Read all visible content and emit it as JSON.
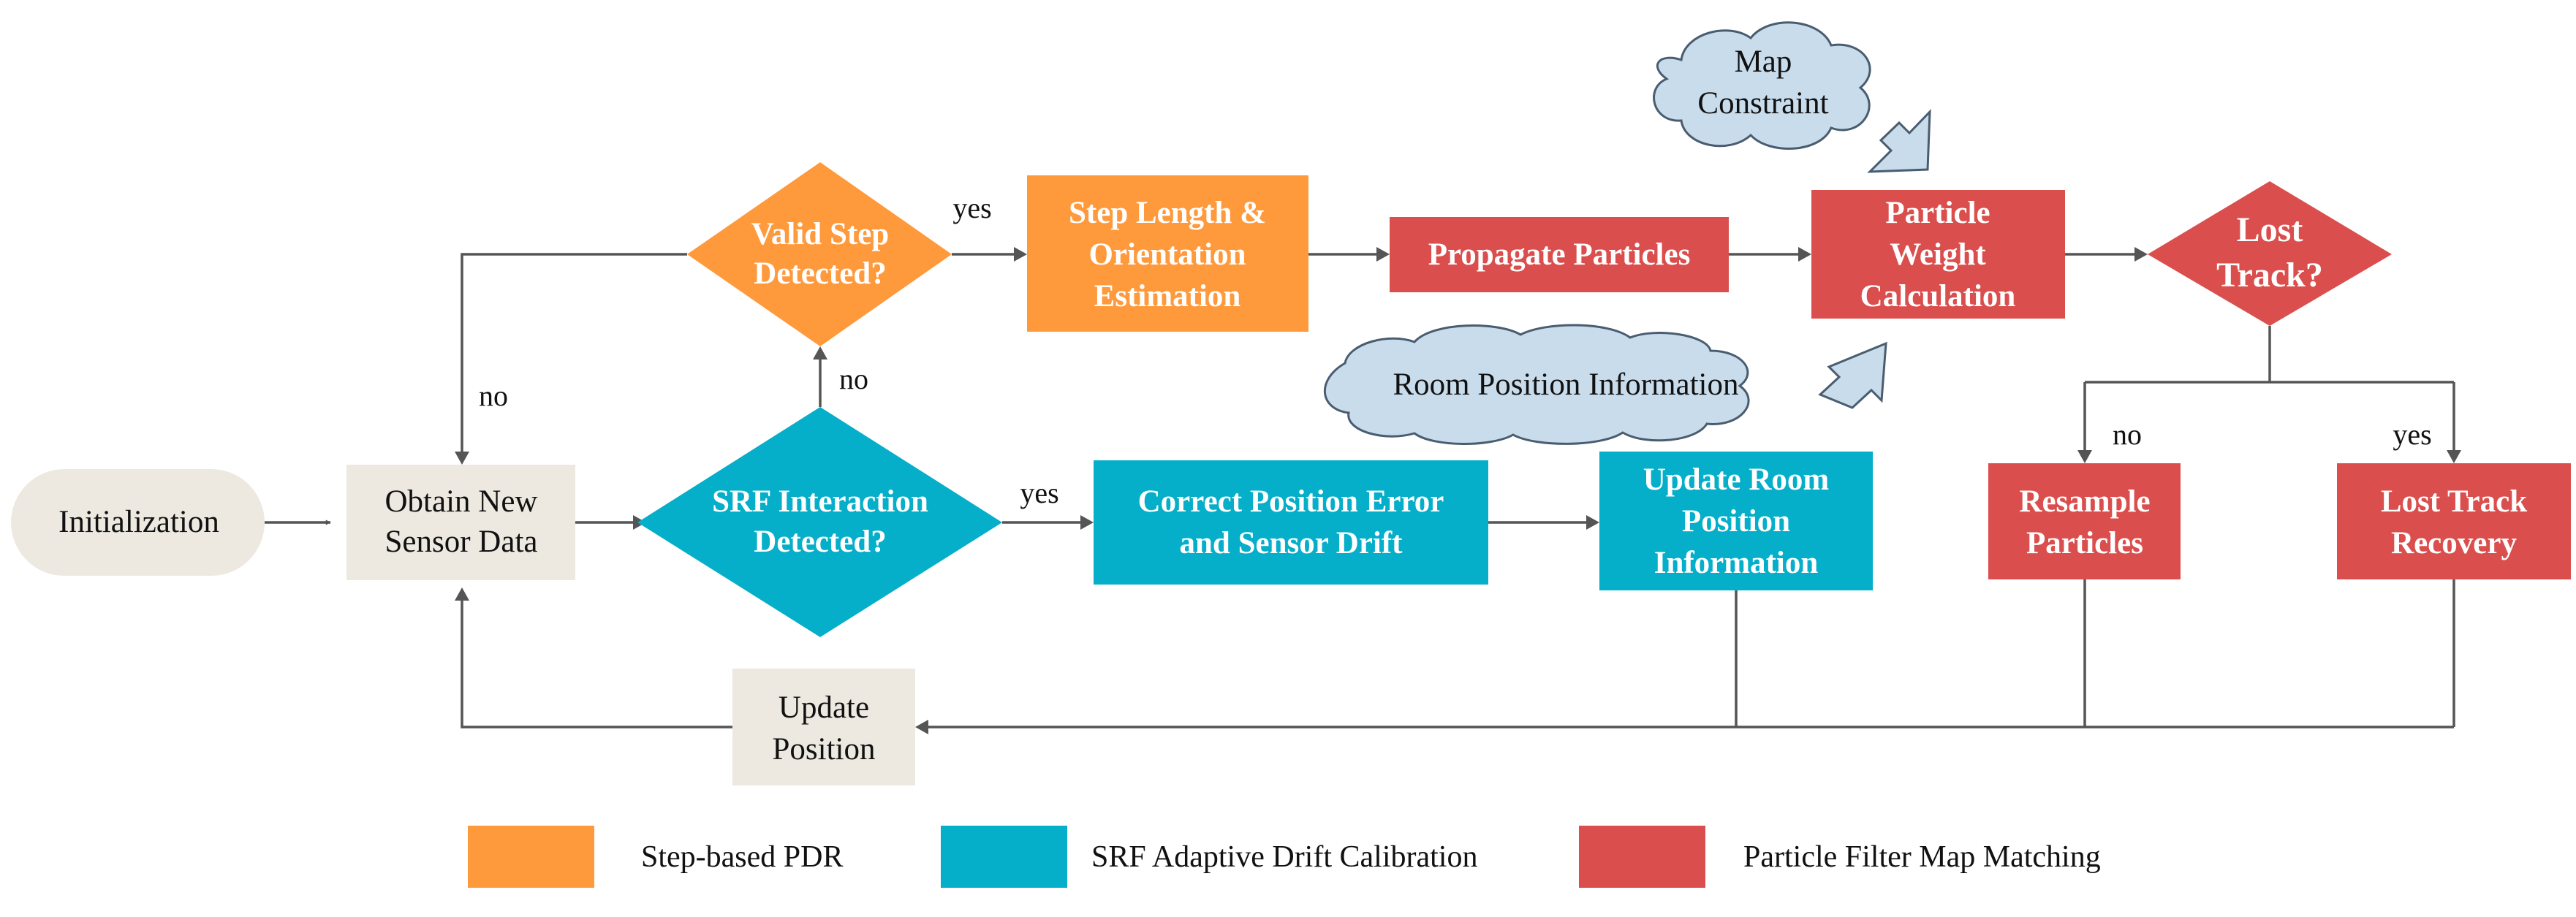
{
  "colors": {
    "pdr": "#ff9a3c",
    "srf": "#05aec9",
    "pf": "#da4f4e",
    "neutral": "#ede9e1",
    "cloud": "#c9dcec"
  },
  "nodes": {
    "initialization": "Initialization",
    "obtain_data": [
      "Obtain New",
      "Sensor Data"
    ],
    "valid_step": [
      "Valid Step",
      "Detected?"
    ],
    "step_length": [
      "Step Length &",
      "Orientation",
      "Estimation"
    ],
    "propagate": "Propagate Particles",
    "weight": [
      "Particle",
      "Weight",
      "Calculation"
    ],
    "lost_track": [
      "Lost",
      "Track?"
    ],
    "srf_interaction": [
      "SRF Interaction",
      "Detected?"
    ],
    "correct_error": [
      "Correct Position Error",
      "and Sensor Drift"
    ],
    "update_room": [
      "Update Room",
      "Position",
      "Information"
    ],
    "resample": [
      "Resample",
      "Particles"
    ],
    "recovery": [
      "Lost Track",
      "Recovery"
    ],
    "update_position": [
      "Update",
      "Position"
    ],
    "map_constraint": [
      "Map",
      "Constraint"
    ],
    "room_info": "Room Position Information"
  },
  "edge_labels": {
    "valid_yes": "yes",
    "valid_no": "no",
    "srf_no": "no",
    "srf_yes": "yes",
    "lost_no": "no",
    "lost_yes": "yes"
  },
  "legend": [
    {
      "label": "Step-based PDR",
      "color": "#ff9a3c"
    },
    {
      "label": "SRF Adaptive Drift Calibration",
      "color": "#05aec9"
    },
    {
      "label": "Particle Filter Map Matching",
      "color": "#da4f4e"
    }
  ]
}
